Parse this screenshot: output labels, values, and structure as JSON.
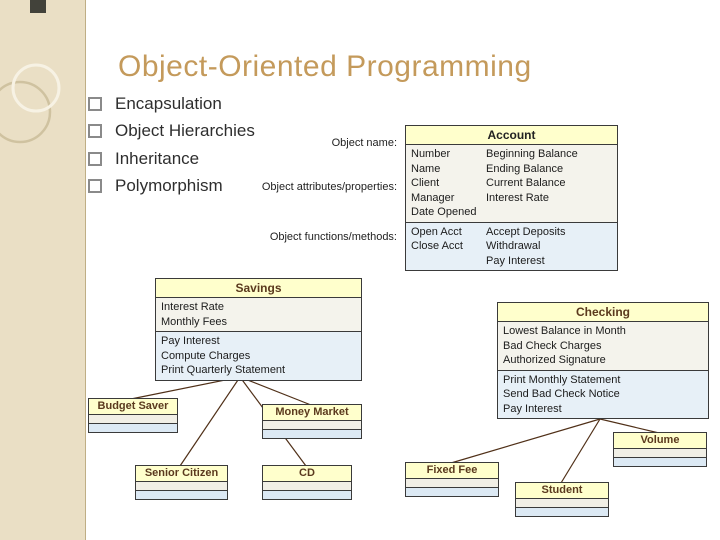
{
  "title": "Object-Oriented Programming",
  "bullets": {
    "items": [
      "Encapsulation",
      "Object Hierarchies",
      "Inheritance",
      "Polymorphism"
    ]
  },
  "annotations": {
    "object_name": "Object name:",
    "object_attributes": "Object attributes/properties:",
    "object_functions": "Object functions/methods:"
  },
  "account": {
    "title": "Account",
    "attributes_left": [
      "Number",
      "Name",
      "Client",
      "Manager",
      "Date Opened"
    ],
    "attributes_right": [
      "Beginning Balance",
      "Ending Balance",
      "Current Balance",
      "Interest Rate"
    ],
    "methods_left": [
      "Open Acct",
      "Close Acct"
    ],
    "methods_right": [
      "Accept Deposits",
      "Withdrawal",
      "Pay Interest"
    ]
  },
  "savings": {
    "title": "Savings",
    "attributes": [
      "Interest Rate",
      "Monthly Fees"
    ],
    "methods": [
      "Pay Interest",
      "Compute Charges",
      "Print Quarterly Statement"
    ]
  },
  "checking": {
    "title": "Checking",
    "attributes": [
      "Lowest Balance in Month",
      "Bad Check Charges",
      "Authorized Signature"
    ],
    "methods": [
      "Print Monthly Statement",
      "Send Bad Check Notice",
      "Pay Interest"
    ]
  },
  "subclasses": {
    "budget_saver": "Budget Saver",
    "money_market": "Money Market",
    "senior_citizen": "Senior Citizen",
    "cd": "CD",
    "fixed_fee": "Fixed Fee",
    "volume": "Volume",
    "student": "Student"
  },
  "colors": {
    "title_text": "#C49A5B",
    "box_header_bg": "#FFFFCC",
    "attributes_bg": "#F4F3EC",
    "methods_bg": "#E7F0F7",
    "sidebar_bg": "#EADFC5",
    "connector": "#503018"
  }
}
